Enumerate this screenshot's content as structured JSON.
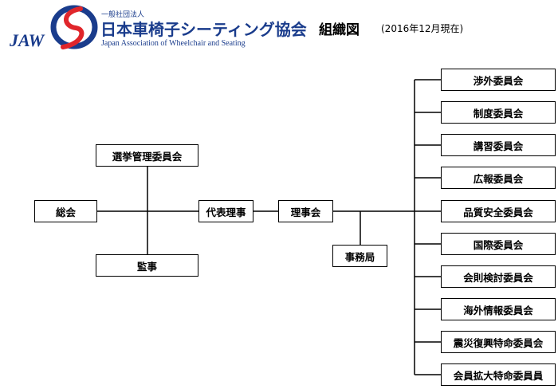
{
  "header": {
    "logo_text": "JAW",
    "org_sub": "一般社団法人",
    "org_name": "日本車椅子シーティング協会",
    "org_en": "Japan Association of  Wheelchair and Seating",
    "doc_title": "組織図",
    "doc_date": "(2016年12月現在)"
  },
  "colors": {
    "brand_blue": "#1a3c8c",
    "brand_red": "#e0262b",
    "line": "#000000"
  },
  "org": {
    "general_assembly": "総会",
    "election_committee": "選挙管理委員会",
    "auditor": "監事",
    "representative_director": "代表理事",
    "board": "理事会",
    "secretariat": "事務局",
    "committees": [
      "渉外委員会",
      "制度委員会",
      "講習委員会",
      "広報委員会",
      "品質安全委員会",
      "国際委員会",
      "会則検討委員会",
      "海外情報委員会",
      "震災復興特命委員会",
      "会員拡大特命委員員"
    ]
  }
}
